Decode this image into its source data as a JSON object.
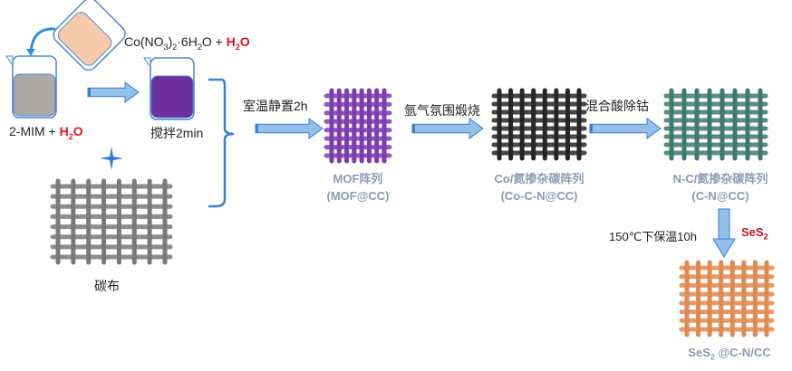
{
  "reagents": {
    "cobalt_salt": "Co(NO3)2·6H2O + ",
    "cobalt_salt_parts": {
      "a": "Co(NO",
      "b": "3",
      "c": ")",
      "d": "2",
      "e": "·6H",
      "f": "2",
      "g": "O + "
    },
    "water": {
      "h": "H",
      "sub": "2",
      "o": "O"
    },
    "ligand": "2-MIM + "
  },
  "steps": {
    "stir": "搅拌2min",
    "rest": "室温静置2h",
    "anneal": "氩气氛围煅烧",
    "acid": "混合酸除钴",
    "heat": "150℃下保温10h",
    "selenium": {
      "se": "SeS",
      "sub": "2"
    }
  },
  "substrate": "碳布",
  "products": {
    "mof": {
      "line1": "MOF阵列",
      "line2": "(MOF@CC)"
    },
    "co_cn": {
      "line1": "Co/氮掺杂碳阵列",
      "line2": "(Co-C-N@CC)"
    },
    "nc": {
      "line1": "N-C/氮掺杂碳阵列",
      "line2": "(C-N@CC)"
    },
    "final": {
      "a": "SeS",
      "sub": "2",
      "b": " @C-N/CC"
    }
  },
  "colors": {
    "arrow_fill": "#93bfe8",
    "arrow_stroke": "#3a7fd3",
    "cobalt_solution": "#f6cbac",
    "ligand_solution": "#aca9a8",
    "mixed_solution": "#6c2f9b",
    "carbon_cloth": "#7a7a7a",
    "mof": "#7d3cb0",
    "co_cn": "#262626",
    "nc": "#3f7a6c",
    "final": "#e08a50"
  }
}
